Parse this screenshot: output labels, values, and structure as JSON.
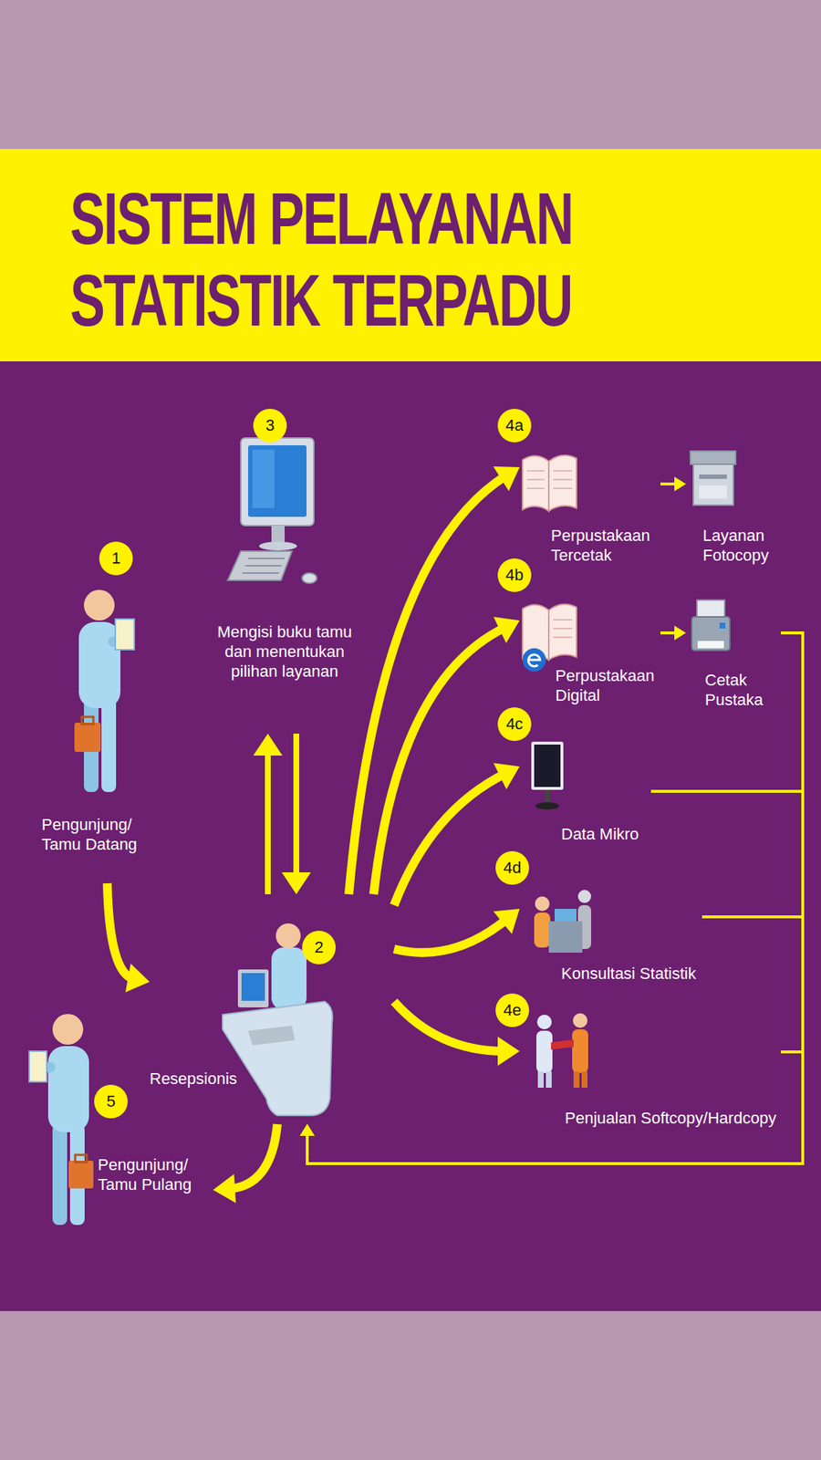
{
  "diagram": {
    "title": "SISTEM PELAYANAN STATISTIK TERPADU",
    "nodes": [
      {
        "text": [
          "Pengunjung/ Tamu Datang"
        ]
      },
      {
        "text": [
          "Mengisi buku tamu dan menentukan pilihan layanan"
        ]
      },
      {
        "text": [
          "Resepsionis"
        ]
      },
      {
        "text": [
          "Perpustakaan Tercetak"
        ]
      },
      {
        "text": [
          "Layanan Fotocopy"
        ]
      },
      {
        "text": [
          "Perpustakaan Digital"
        ]
      },
      {
        "text": [
          "Cetak Pustaka"
        ]
      },
      {
        "text": [
          "Data Mikro"
        ]
      },
      {
        "text": [
          "Konsultasi Statistik"
        ]
      },
      {
        "text": [
          "Penjualan Softcopy/Hardcopy"
        ]
      },
      {
        "text": [
          "Pengunjung/ Tamu Pulang"
        ]
      }
    ],
    "edges": [
      {
        "from": 0,
        "to": 2,
        "arrow": "to"
      },
      {
        "from": 2,
        "to": 1,
        "arrow": "to"
      },
      {
        "from": 1,
        "to": 2,
        "arrow": "to"
      },
      {
        "from": 2,
        "to": 3,
        "arrow": "to"
      },
      {
        "from": 2,
        "to": 5,
        "arrow": "to"
      },
      {
        "from": 2,
        "to": 7,
        "arrow": "to"
      },
      {
        "from": 2,
        "to": 8,
        "arrow": "to"
      },
      {
        "from": 2,
        "to": 9,
        "arrow": "to"
      },
      {
        "from": 3,
        "to": 4,
        "arrow": "to"
      },
      {
        "from": 5,
        "to": 6,
        "arrow": "to"
      },
      {
        "from": 6,
        "to": 2,
        "arrow": "to"
      },
      {
        "from": 7,
        "to": 2,
        "arrow": "to"
      },
      {
        "from": 8,
        "to": 2,
        "arrow": "to"
      },
      {
        "from": 9,
        "to": 2,
        "arrow": "to"
      },
      {
        "from": 2,
        "to": 10,
        "arrow": "to"
      }
    ],
    "labels": [
      "1",
      "2",
      "3",
      "4a",
      "4b",
      "4c",
      "4d",
      "4e",
      "5"
    ]
  }
}
